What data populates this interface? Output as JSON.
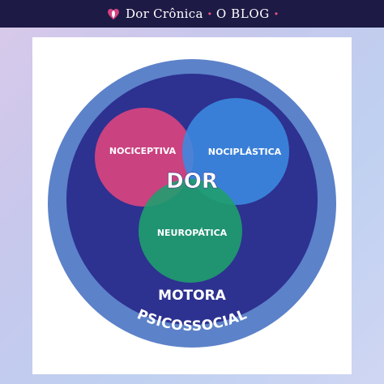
{
  "header": {
    "brand": "Dor Crônica",
    "separator": "•",
    "section": "O BLOG",
    "trailing_dot": "•",
    "logo_icon": "heart-leaf-logo-icon"
  },
  "diagram": {
    "outer_ring_label": "PSICOSSOCIAL",
    "inner_ring_label": "MOTORA",
    "center_label": "DOR",
    "circles": [
      {
        "label": "NOCICEPTIVA",
        "color": "#d3437f"
      },
      {
        "label": "NOCIPLÁSTICA",
        "color": "#3b8ae0"
      },
      {
        "label": "NEUROPÁTICA",
        "color": "#1f9e6e"
      }
    ],
    "colors": {
      "outer_ring": "#5c82c9",
      "inner_disc": "#2d3190",
      "center_text": "#ffffff",
      "header_bg": "#1d1a45",
      "accent_dot": "#e0567f"
    }
  }
}
